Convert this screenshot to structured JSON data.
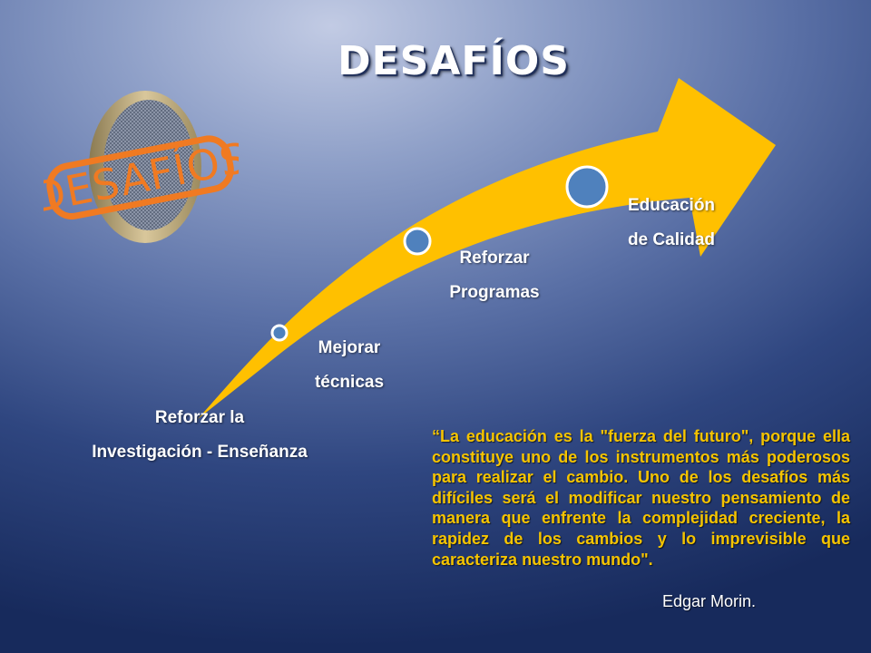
{
  "slide": {
    "title": "DESAFÍOS",
    "logo_text": "DESAFÍOS",
    "steps": [
      {
        "line1": "Reforzar la",
        "line2": "Investigación - Enseñanza"
      },
      {
        "line1": "Mejorar",
        "line2": "técnicas"
      },
      {
        "line1": "Reforzar",
        "line2": "Programas"
      },
      {
        "line1": "Educación",
        "line2": "de Calidad"
      }
    ],
    "quote": "“La educación es la \"fuerza del futuro\", porque ella constituye uno de los instrumentos más poderosos para realizar el cambio. Uno de los desafíos más difíciles será el modificar nuestro pensamiento de manera que enfrente la complejidad creciente, la rapidez de los cambios y lo imprevisible que caracteriza nuestro mundo\".",
    "quote_author": "Edgar Morin."
  },
  "colors": {
    "arrow": "#ffc000",
    "quote_text": "#f5c400",
    "logo_stamp": "#f07a22",
    "marker": "#4f81bd"
  }
}
